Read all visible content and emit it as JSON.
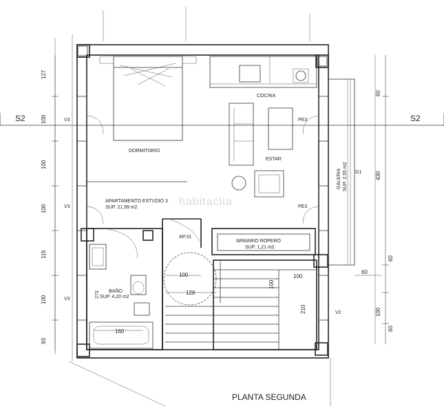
{
  "title": "PLANTA SEGUNDA",
  "section_marker": "S2",
  "watermark": "habitaclia",
  "rooms": {
    "cocina": "COCINA",
    "dormitorio": "DORMITORIO",
    "estar": "ESTAR",
    "galeria_name": "GALERIA",
    "galeria_area": "SUP. 2,55 m2",
    "apartamento_name": "APARTAMENTO ESTUDIO 3",
    "apartamento_area": "SUP. 21,99 m2",
    "ap_tag": "AP.31",
    "armario_name": "ARMARIO ROPERO",
    "armario_area": "SUP. 1,21 m2",
    "bano_name": "BAÑO",
    "bano_area": "SUP. 4,20 m2"
  },
  "openings": {
    "v3": "V3",
    "pe3": "PE3",
    "g1": "G1",
    "v2": "V2"
  },
  "dimensions": {
    "left": [
      "127",
      "100",
      "100",
      "100",
      "115",
      "100",
      "93"
    ],
    "right_total": "430",
    "right_small": "60",
    "right_lower": "100",
    "inner_100a": "100",
    "inner_128": "128",
    "inner_100b": "100",
    "inner_100c": "100",
    "inner_210": "210",
    "inner_160": "160",
    "bano_273": "273",
    "galeria_60": "60"
  }
}
